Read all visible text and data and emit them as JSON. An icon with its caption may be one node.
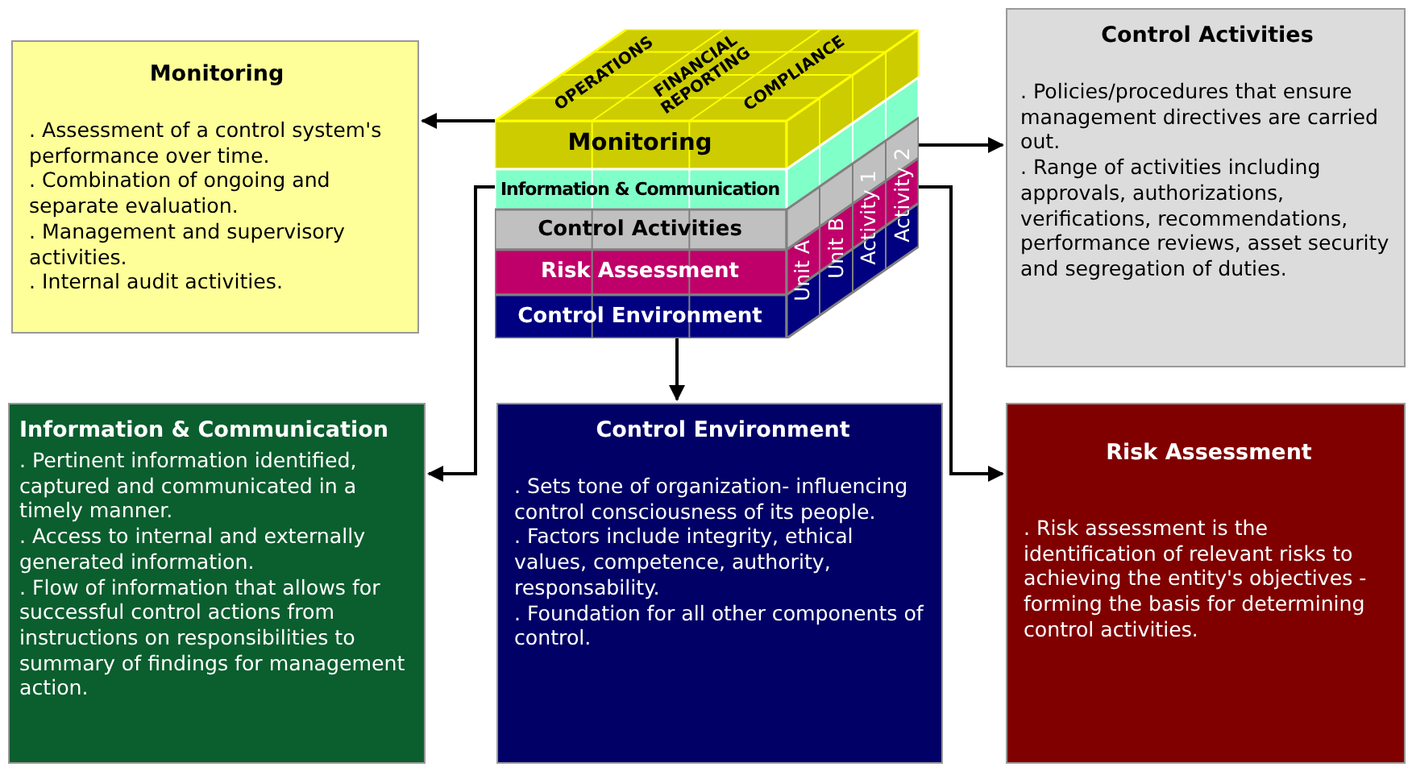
{
  "diagram": {
    "nodes": [
      {
        "text": [
          "Monitoring",
          ". Assessment of a control system's performance over time.",
          ". Combination of ongoing and separate evaluation.",
          ". Management and supervisory activities.",
          ". Internal audit activities."
        ]
      },
      {
        "text": [
          "OPERATIONS",
          "FINANCIAL REPORTING",
          "COMPLIANCE",
          "Monitoring",
          "Information & Communication",
          "Control Activities",
          "Risk Assessment",
          "Control Environment",
          "Unit A",
          "Unit B",
          "Activity 1",
          "Activity 2"
        ]
      },
      {
        "text": [
          "Control Activities",
          ". Policies/procedures that ensure management directives are carried out.",
          ". Range of activities including approvals, authorizations, verifications, recommendations, performance reviews, asset security and segregation of duties."
        ]
      },
      {
        "text": [
          "Information & Communication",
          ". Pertinent information identified, captured and communicated in a timely manner.",
          ". Access to internal and externally generated information.",
          ". Flow of information that allows for successful control actions from instructions on responsibilities to summary of findings for management action."
        ]
      },
      {
        "text": [
          "Control Environment",
          ". Sets tone of organization- influencing control consciousness of its people.",
          ". Factors include integrity, ethical values, competence, authority, responsability.",
          ". Foundation for all other components of control."
        ]
      },
      {
        "text": [
          "Risk Assessment",
          ". Risk assessment is the identification of relevant risks to achieving the entity's objectives - forming the basis for determining control activities."
        ]
      }
    ],
    "edges": [
      {
        "from": 1,
        "to": 0,
        "arrow": "to"
      },
      {
        "from": 1,
        "to": 2,
        "arrow": "to"
      },
      {
        "from": 1,
        "to": 3,
        "arrow": "to"
      },
      {
        "from": 1,
        "to": 4,
        "arrow": "to"
      },
      {
        "from": 1,
        "to": 5,
        "arrow": "to"
      }
    ]
  }
}
